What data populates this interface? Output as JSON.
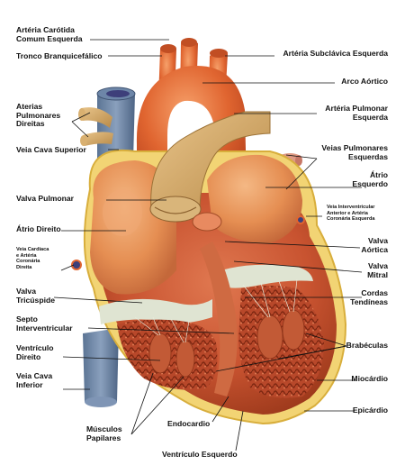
{
  "labels": {
    "carotid": "Artéria Carótida\nComum Esquerda",
    "brachiocephalic": "Tronco Branquicefálico",
    "subclavian": "Artéria Subclávica Esquerda",
    "aortic_arch": "Arco Aórtico",
    "right_pulmonary_arteries": "Aterias\nPulmonares\nDireitas",
    "pulmonary_artery": "Artéria Pulmonar\nEsquerda",
    "superior_vena_cava": "Veia Cava Superior",
    "pulmonary_veins": "Veias Pulmonares\nEsquerdas",
    "left_atrium": "Átrio\nEsquerdo",
    "pulmonary_valve": "Valva Pulmonar",
    "interventricular_vein": "Veia Interventricular\nAnterior e Artéria\nCoronária Esquerda",
    "right_atrium": "Átrio Direito",
    "aortic_valve": "Valva\nAórtica",
    "cardiac_vein": "Veia Cardíaca\ne Artéria\nCoronária\nDireita",
    "mitral_valve": "Valva\nMitral",
    "tricuspid_valve": "Valva\nTricúspide",
    "tendinous_cords": "Cordas\nTendíneas",
    "septum": "Septo\nInterventricular",
    "trabeculae": "Brabéculas",
    "right_ventricle": "Ventrículo\nDireito",
    "myocardium": "Miocárdio",
    "inferior_vena_cava": "Veia Cava\nInferior",
    "epicardium": "Epicárdio",
    "papillary_muscles": "Músculos\nPapilares",
    "endocardium": "Endocardio",
    "left_ventricle": "Ventrículo Esquerdo"
  }
}
